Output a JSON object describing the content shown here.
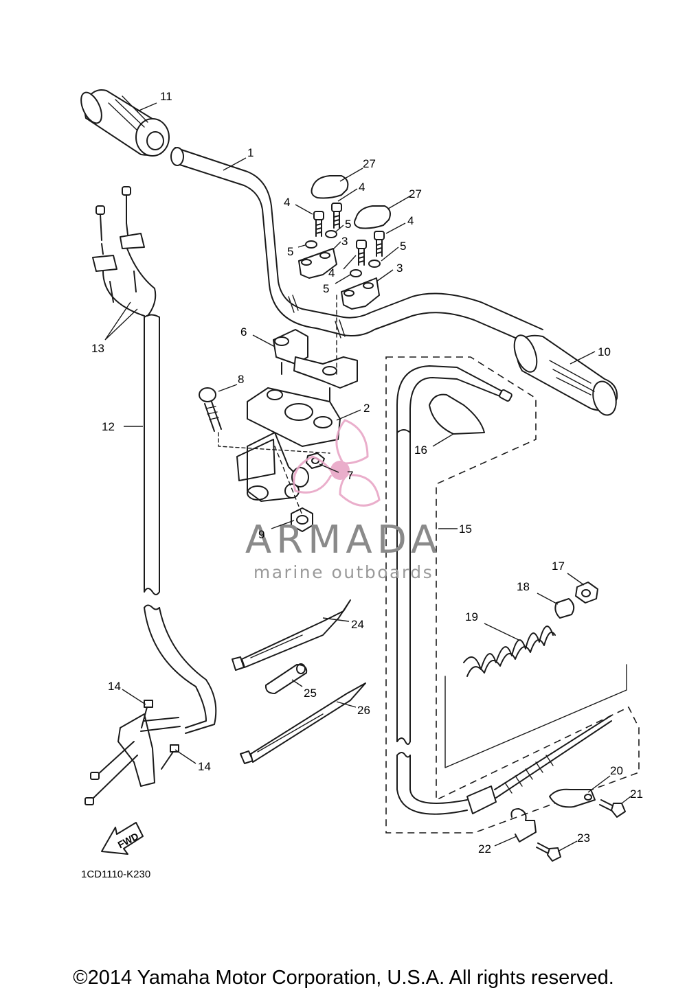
{
  "callouts": {
    "c1": "1",
    "c2": "2",
    "c3a": "3",
    "c3b": "3",
    "c4a": "4",
    "c4b": "4",
    "c4c": "4",
    "c4d": "4",
    "c5a": "5",
    "c5b": "5",
    "c5c": "5",
    "c5d": "5",
    "c6": "6",
    "c7": "7",
    "c8": "8",
    "c9": "9",
    "c10": "10",
    "c11": "11",
    "c12": "12",
    "c13": "13",
    "c14a": "14",
    "c14b": "14",
    "c15": "15",
    "c16": "16",
    "c17": "17",
    "c18": "18",
    "c19": "19",
    "c20": "20",
    "c21": "21",
    "c22": "22",
    "c23": "23",
    "c24": "24",
    "c25": "25",
    "c26": "26",
    "c27a": "27",
    "c27b": "27"
  },
  "fwd_label": "FWD",
  "diagram_code": "1CD1110-K230",
  "watermark": {
    "brand": "ARMADA",
    "tagline": "marine outboards",
    "logo_color": "#e8a6c6"
  },
  "copyright": "©2014 Yamaha Motor Corporation, U.S.A. All rights reserved."
}
